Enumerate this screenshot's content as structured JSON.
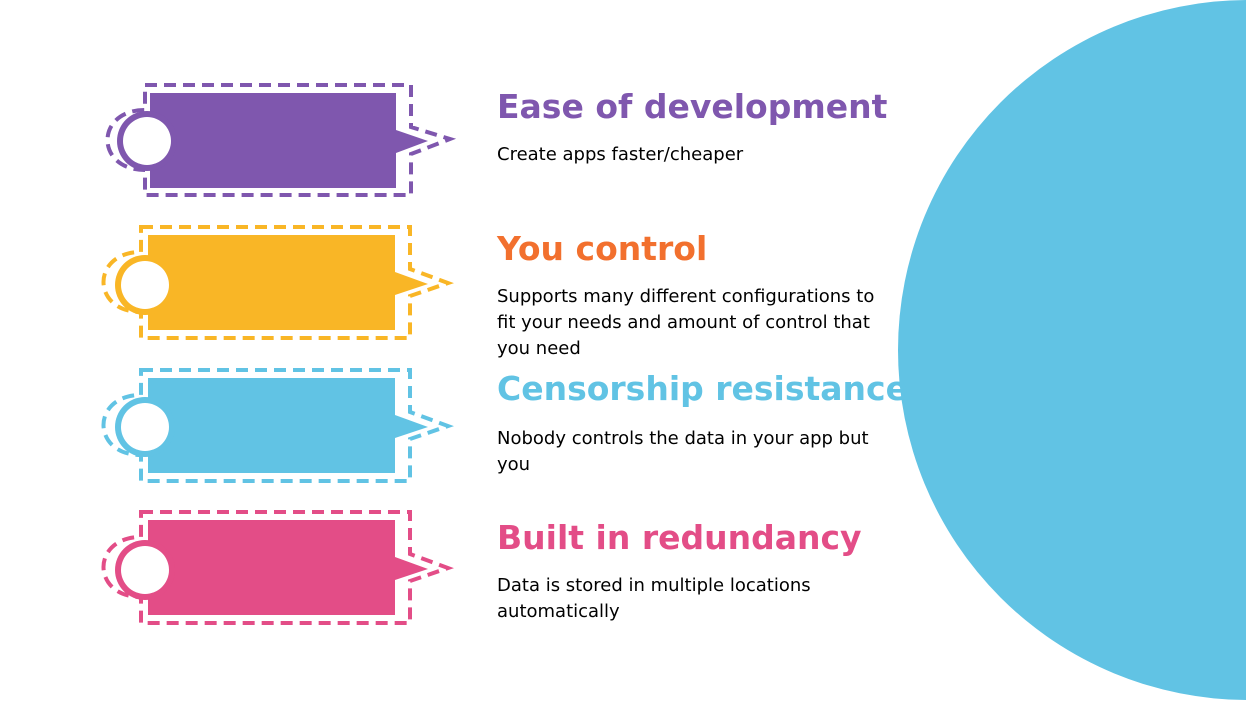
{
  "slide": {
    "items": [
      {
        "title": "Ease of development",
        "description": "Create apps faster/cheaper",
        "color": "#7f57ae"
      },
      {
        "title": "You control",
        "description": "Supports many different configurations to fit your needs and amount of control that you need",
        "color": "#f9b626",
        "title_color": "#f2702e"
      },
      {
        "title": "Censorship resistance",
        "description": "Nobody controls the data in your app but you",
        "color": "#61c3e4"
      },
      {
        "title": "Built in redundancy",
        "description": "Data is stored in multiple locations automatically",
        "color": "#e34d87"
      }
    ],
    "background_circle_color": "#61c3e4"
  }
}
